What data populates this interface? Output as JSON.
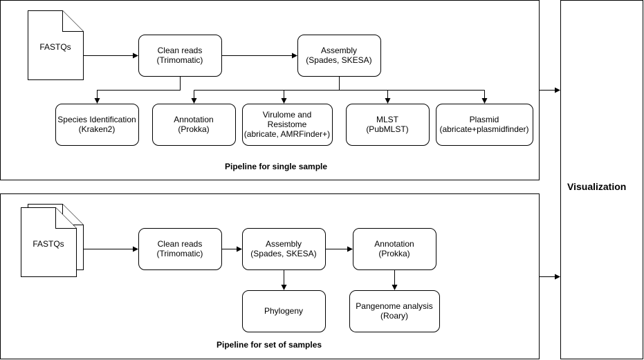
{
  "single_sample": {
    "caption": "Pipeline for single sample",
    "fastq": {
      "label": "FASTQs"
    },
    "clean_reads": {
      "line1": "Clean reads",
      "line2": "(Trimomatic)"
    },
    "assembly": {
      "line1": "Assembly",
      "line2": "(Spades, SKESA)"
    },
    "species": {
      "line1": "Species Identification",
      "line2": "(Kraken2)"
    },
    "annotation": {
      "line1": "Annotation",
      "line2": "(Prokka)"
    },
    "virulome": {
      "line1": "Virulome and",
      "line2": "Resistome",
      "line3": "(abricate, AMRFinder+)"
    },
    "mlst": {
      "line1": "MLST",
      "line2": "(PubMLST)"
    },
    "plasmid": {
      "line1": "Plasmid",
      "line2": "(abricate+plasmidfinder)"
    }
  },
  "set_of_samples": {
    "caption": "Pipeline for set of samples",
    "fastq": {
      "label": "FASTQs"
    },
    "clean_reads": {
      "line1": "Clean reads",
      "line2": "(Trimomatic)"
    },
    "assembly": {
      "line1": "Assembly",
      "line2": "(Spades, SKESA)"
    },
    "annotation": {
      "line1": "Annotation",
      "line2": "(Prokka)"
    },
    "phylogeny": {
      "line1": "Phylogeny"
    },
    "pangenome": {
      "line1": "Pangenome analysis",
      "line2": "(Roary)"
    }
  },
  "visualization": {
    "label": "Visualization"
  }
}
